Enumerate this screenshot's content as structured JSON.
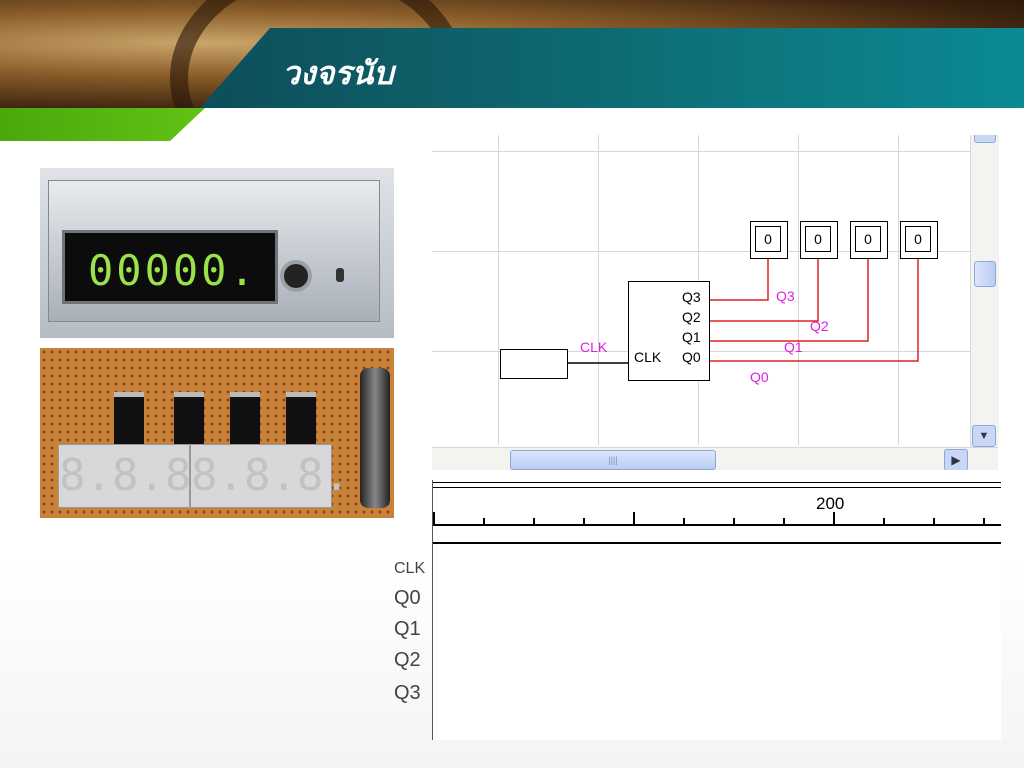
{
  "slide": {
    "title": "วงจรนับ"
  },
  "photos": {
    "counter_display": "00000.",
    "board_display_left": "8.8.8.",
    "board_display_right": "8.8.8."
  },
  "simulator": {
    "counter": {
      "pins_out": [
        "Q3",
        "Q2",
        "Q1",
        "Q0"
      ],
      "pin_in": "CLK"
    },
    "leds": [
      "0",
      "0",
      "0",
      "0"
    ],
    "wire_labels": {
      "clk": "CLK",
      "q3": "Q3",
      "q2": "Q2",
      "q1": "Q1",
      "q0": "Q0"
    },
    "hscroll_grip": "||||",
    "wire_color": "#e02020",
    "label_color": "#e020e0"
  },
  "timing": {
    "ruler_label": "200",
    "signals": [
      "CLK",
      "Q0",
      "Q1",
      "Q2",
      "Q3"
    ]
  }
}
